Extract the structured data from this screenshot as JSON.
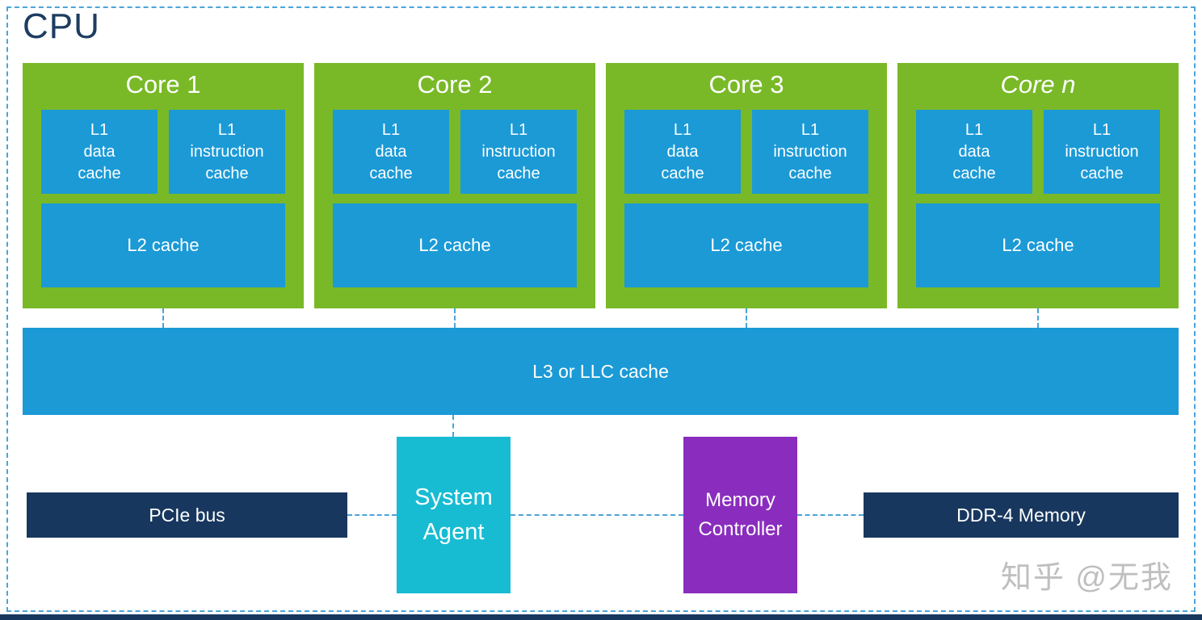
{
  "title": "CPU",
  "cores": [
    {
      "label": "Core 1"
    },
    {
      "label": "Core 2"
    },
    {
      "label": "Core 3"
    },
    {
      "label": "Core n"
    }
  ],
  "cache_labels": {
    "l1_data": "L1\ndata\ncache",
    "l1_instruction": "L1\ninstruction\ncache",
    "l2": "L2 cache",
    "l3": "L3 or LLC cache"
  },
  "peripherals": {
    "pcie": "PCIe bus",
    "system_agent": "System\nAgent",
    "memory_controller": "Memory\nController",
    "ddr4": "DDR-4 Memory"
  },
  "watermark": "知乎 @无我",
  "colors": {
    "core_green": "#79b928",
    "cache_blue": "#1b9ad6",
    "navy": "#17375e",
    "teal": "#17bcd2",
    "purple": "#8a2dbe",
    "dashed_line_blue": "#4ba4d8",
    "title_navy": "#1d3d60"
  }
}
